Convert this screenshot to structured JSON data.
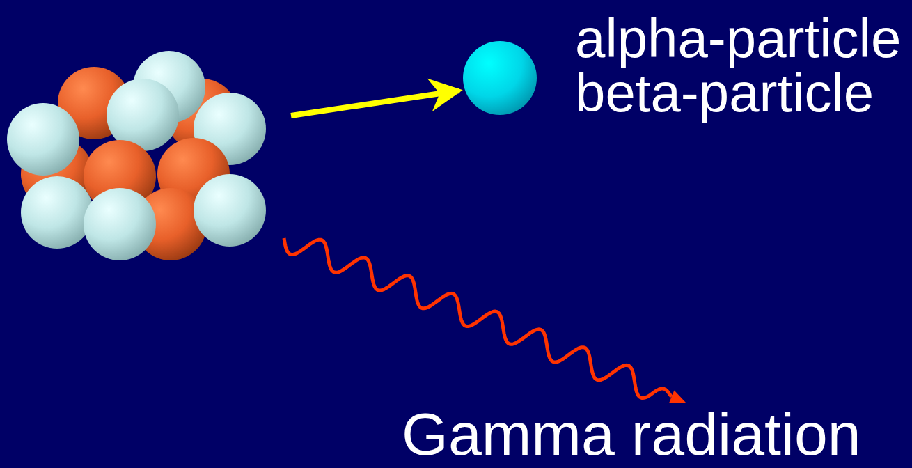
{
  "diagram": {
    "labels": [
      "alpha-particle",
      "beta-particle",
      "Gamma radiation"
    ]
  }
}
